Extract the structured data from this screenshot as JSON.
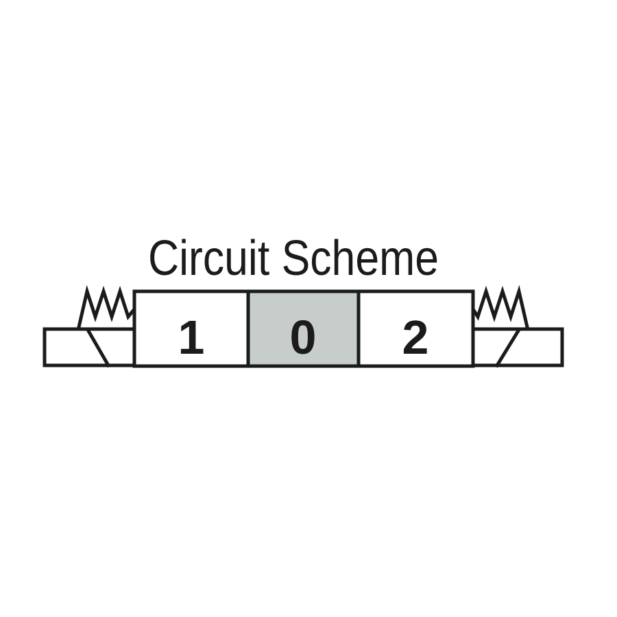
{
  "title": "Circuit Scheme",
  "valve": {
    "positions": [
      {
        "label": "1",
        "fill": "#ffffff"
      },
      {
        "label": "0",
        "fill": "#c6cdca"
      },
      {
        "label": "2",
        "fill": "#ffffff"
      }
    ],
    "symbols": {
      "left": [
        "spring-icon",
        "solenoid-icon"
      ],
      "right": [
        "spring-icon",
        "solenoid-icon"
      ]
    },
    "colors": {
      "line": "#1b1b1b",
      "center_position_fill": "#c6cdca",
      "side_position_fill": "#ffffff",
      "background": "#ffffff"
    }
  }
}
